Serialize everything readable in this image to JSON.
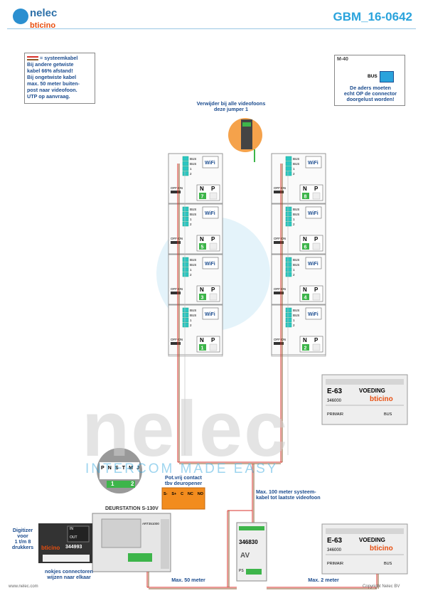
{
  "header": {
    "doc_number": "GBM_16-0642",
    "brand_name": "nelec",
    "brand_sub": "bticino"
  },
  "system_note": {
    "legend": "= systeemkabel",
    "lines": [
      "Bij andere getwiste",
      "kabel 66% afstand!",
      "Bij ongetwiste kabel",
      "max. 50 meter buiten-",
      "post naar videofoon.",
      "UTP op aanvraag."
    ]
  },
  "m40": {
    "label": "M-40",
    "bus": "BUS",
    "note": [
      "De aders moeten",
      "echt OP de connector",
      "doorgelust worden!"
    ]
  },
  "jumper_note": [
    "Verwijder bij alle videofoons",
    "deze jumper 1"
  ],
  "videophone": {
    "wifi": "WiFi",
    "n_label": "N",
    "p_label": "P",
    "off_on": "OFF ON",
    "bus_terms": [
      "BUS",
      "BUS",
      "1",
      "2"
    ],
    "left_numbers": [
      "7",
      "5",
      "3",
      "1"
    ],
    "right_numbers": [
      "8",
      "6",
      "4",
      "2"
    ]
  },
  "supply": {
    "model": "E-63",
    "name": "VOEDING",
    "code": "346000",
    "brand": "bticino",
    "primair": "PRIMAIR",
    "bus_out": "BUS"
  },
  "avmodule": {
    "code": "346830",
    "av": "AV",
    "ps": "PS"
  },
  "door_station": {
    "name": "DEURSTATION S-130V",
    "code": "ART351000"
  },
  "zoom_terminals": [
    "P",
    "N",
    "S",
    "T",
    "M",
    "J"
  ],
  "zoom_numbers": [
    "1",
    "2"
  ],
  "relay_note": [
    "Pot.vrij contact",
    "tbv deuropener"
  ],
  "relay_terms": [
    "S-",
    "S+",
    "C",
    "NC",
    "NO"
  ],
  "digitizer": {
    "label": [
      "Digitizer",
      "voor",
      "1 t/m 8",
      "drukkers"
    ],
    "code": "344993",
    "in": "IN",
    "out": "OUT",
    "brand": "bticino"
  },
  "connector_note": [
    "nokjes connectoren",
    "wijzen naar elkaar"
  ],
  "distance_100": [
    "Max. 100 meter systeem-",
    "kabel tot laatste videofoon"
  ],
  "distance_50": "Max. 50 meter",
  "distance_2": "Max. 2 meter",
  "watermark": "nelec",
  "watermark_sub": "INTERCOM MADE EASY",
  "footer_left": "www.nelec.com",
  "footer_right": "Copyright Nelec BV",
  "colors": {
    "accent": "#2aa3dc",
    "cable_red": "#d9322b",
    "cable_brown": "#8a5a2b",
    "label_blue": "#1d4d8f",
    "orange": "#e84e0f",
    "terminal_teal": "#2dc6c2",
    "green": "#3db54a"
  }
}
